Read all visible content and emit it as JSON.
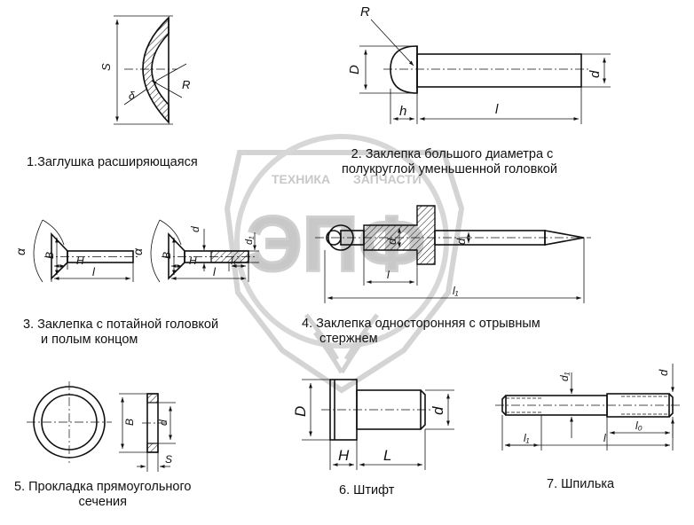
{
  "watermark": {
    "brand": "ТЕХНИКА",
    "sub": "ЗАПЧАСТИ",
    "logo": "ЭПФ"
  },
  "parts": [
    {
      "caption_lines": [
        "1.Заглушка расширяющаяся"
      ],
      "dims": {
        "s": "S",
        "delta": "δ",
        "r": "R"
      }
    },
    {
      "caption_lines": [
        "2. Заклепка большого диаметра с",
        "полукруглой уменьшенной головкой"
      ],
      "dims": {
        "r": "R",
        "d_head": "D",
        "d": "d",
        "h": "h",
        "l": "l"
      }
    },
    {
      "caption_lines": [
        "3. Заклепка с потайной головкой",
        "и полым концом"
      ],
      "dims": {
        "alpha": "α",
        "b": "B",
        "h": "H",
        "l": "l",
        "alpha2": "α",
        "b2": "B",
        "d": "d",
        "h2": "H",
        "l2": "l",
        "d1": "d₁",
        "l1": "l₁"
      }
    },
    {
      "caption_lines": [
        "4. Заклепка односторонняя с отрывным",
        "стержнем"
      ],
      "dims": {
        "d": "d",
        "d2": "d",
        "l": "l",
        "l1": "l₁"
      }
    },
    {
      "caption_lines": [
        "5. Прокладка прямоугольного",
        "сечения"
      ],
      "dims": {
        "b": "B",
        "d": "d",
        "s": "S"
      }
    },
    {
      "caption_lines": [
        "6. Штифт"
      ],
      "dims": {
        "d_head": "D",
        "d": "d",
        "h": "H",
        "l": "L"
      }
    },
    {
      "caption_lines": [
        "7. Шпилька"
      ],
      "dims": {
        "d1": "d₁",
        "d": "d",
        "l1": "l₁",
        "l": "l",
        "l0": "l₀"
      }
    }
  ]
}
